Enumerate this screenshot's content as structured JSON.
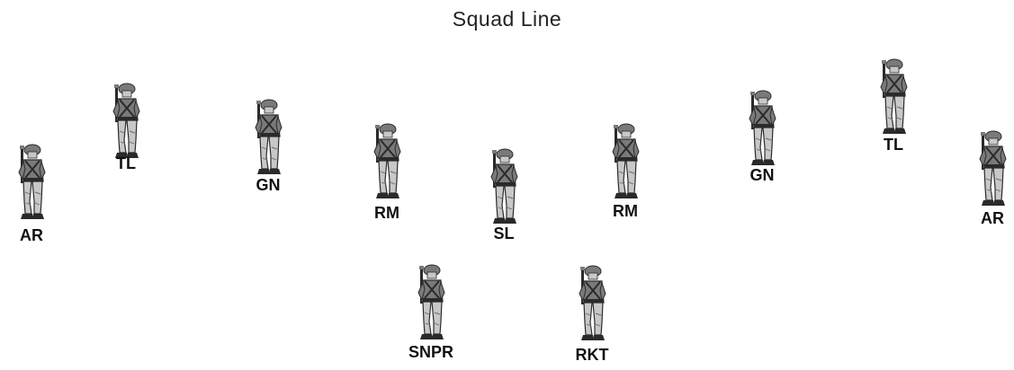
{
  "title": "Squad Line",
  "soldiers": [
    {
      "label": "AR",
      "icon": "soldier-icon"
    },
    {
      "label": "TL",
      "icon": "soldier-icon"
    },
    {
      "label": "GN",
      "icon": "soldier-icon"
    },
    {
      "label": "RM",
      "icon": "soldier-icon"
    },
    {
      "label": "SL",
      "icon": "soldier-icon"
    },
    {
      "label": "RM",
      "icon": "soldier-icon"
    },
    {
      "label": "GN",
      "icon": "soldier-icon"
    },
    {
      "label": "TL",
      "icon": "soldier-icon"
    },
    {
      "label": "AR",
      "icon": "soldier-icon"
    },
    {
      "label": "SNPR",
      "icon": "soldier-icon"
    },
    {
      "label": "RKT",
      "icon": "soldier-icon"
    }
  ],
  "colors": {
    "figure_dark": "#2a2a2a",
    "figure_mid": "#7a7a7a",
    "figure_light": "#c8c8c8",
    "label": "#111111",
    "background": "#ffffff"
  }
}
